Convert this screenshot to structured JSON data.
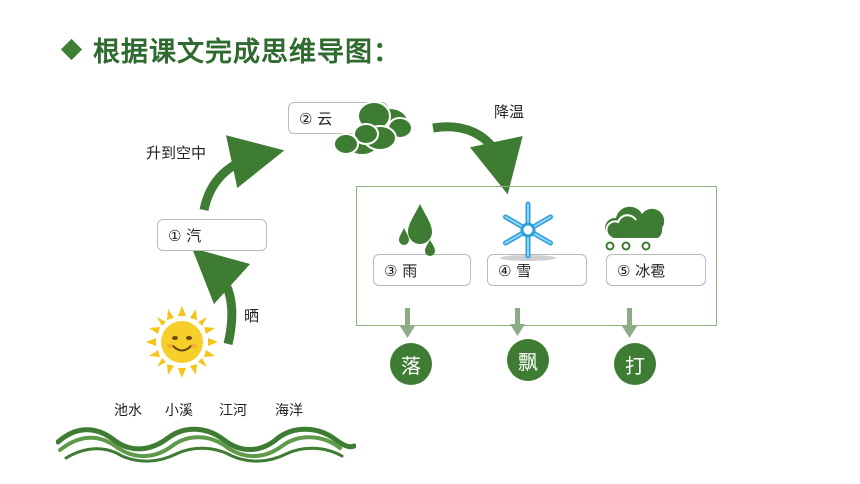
{
  "title": "根据课文完成思维导图：",
  "boxes": {
    "vapor": "① 汽",
    "cloud": "② 云",
    "rain": "③ 雨",
    "snow": "④  雪",
    "hail": "⑤ 冰雹"
  },
  "labels": {
    "rise": "升到空中",
    "cool": "降温",
    "bask": "晒",
    "sources": [
      "池水",
      "小溪",
      "江河",
      "海洋"
    ]
  },
  "actions": [
    "落",
    "飘",
    "打"
  ],
  "icons": {
    "sun": "sun-icon",
    "cloud": "cloud-icon",
    "raindrop": "raindrop-icon",
    "snowflake": "snowflake-icon",
    "hail": "hail-cloud-icon",
    "waves": "waves-icon"
  },
  "colors": {
    "green": "#3f7c33",
    "frame": "#8fb37e",
    "sun": "#f5c518",
    "snowflake": "#2e9fd8"
  }
}
